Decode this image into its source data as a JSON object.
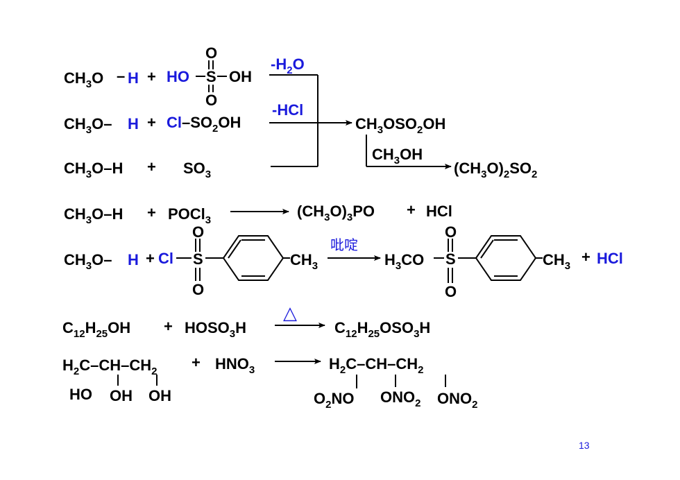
{
  "reactions": {
    "r1": {
      "reactant_a": "CH3O",
      "bond": "–",
      "reactive_h": "H",
      "plus": "+",
      "acid_ho": "HO",
      "acid_s": "S",
      "acid_oh": "OH",
      "acid_o": "O",
      "loss": "-H2O"
    },
    "r2": {
      "reactant_a": "CH3O–",
      "reactive_h": "H",
      "plus": "+",
      "acid_cl": "Cl",
      "acid_rest": "–SO2OH",
      "loss": "-HCl"
    },
    "r3": {
      "reactant": "CH3O–H",
      "plus": "+",
      "reagent": "SO3"
    },
    "common_product": "CH3OSO2OH",
    "second_step_reagent": "CH3OH",
    "final_product": "(CH3O)2SO2",
    "r4": {
      "reactant": "CH3O–H",
      "plus": "+",
      "reagent": "POCl3",
      "product": "(CH3O)3PO",
      "plus2": "+",
      "byproduct": "HCl"
    },
    "r5": {
      "reactant_a": "CH3O–",
      "reactive_h": "H",
      "plus": "+",
      "cl": "Cl",
      "s": "S",
      "o": "O",
      "methyl": "CH3",
      "condition": "吡啶",
      "product_left": "H3CO",
      "product_s": "S",
      "product_methyl": "CH3",
      "plus2": "+",
      "byproduct": "HCl"
    },
    "r6": {
      "reactant": "C12H25OH",
      "plus": "+",
      "reagent": "HOSO3H",
      "condition": "△",
      "product": "C12H25OSO3H"
    },
    "r7": {
      "chain": "H2C–CH–CH2",
      "plus": "+",
      "reagent": "HNO3",
      "oh1": "HO",
      "oh2": "OH",
      "oh3": "OH",
      "product_chain": "H2C–CH–CH2",
      "sub1": "O2NO",
      "sub2": "ONO2",
      "sub3": "ONO2"
    }
  },
  "page_number": "13",
  "colors": {
    "text": "#000000",
    "highlight": "#1a1adc"
  }
}
